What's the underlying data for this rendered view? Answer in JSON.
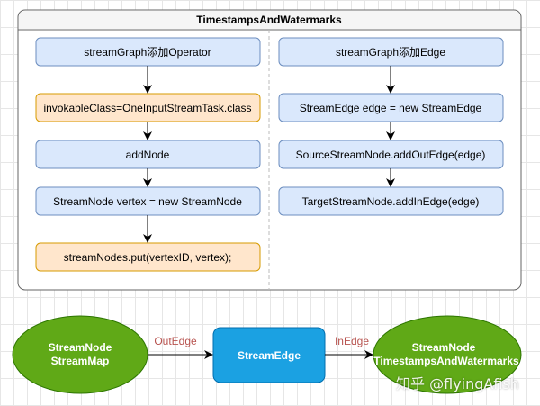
{
  "container": {
    "title": "TimestampsAndWatermarks"
  },
  "left_column": {
    "box1": "streamGraph添加Operator",
    "box2": "invokableClass=OneInputStreamTask.class",
    "box3": "addNode",
    "box4": "StreamNode vertex = new StreamNode",
    "box5": "streamNodes.put(vertexID, vertex);"
  },
  "right_column": {
    "box1": "streamGraph添加Edge",
    "box2": "StreamEdge edge = new StreamEdge",
    "box3": "SourceStreamNode.addOutEdge(edge)",
    "box4": "TargetStreamNode.addInEdge(edge)"
  },
  "bottom_flow": {
    "source_node": {
      "line1": "StreamNode",
      "line2": "StreamMap"
    },
    "edge_node": "StreamEdge",
    "target_node": {
      "line1": "StreamNode",
      "line2": "TimestampsAndWatermarks"
    },
    "out_label": "OutEdge",
    "in_label": "InEdge"
  },
  "watermark": "知乎 @flyingAfish",
  "colors": {
    "blue_box_fill": "#dae8fc",
    "blue_box_stroke": "#6c8ebf",
    "orange_box_fill": "#ffe6cc",
    "orange_box_stroke": "#d79b00",
    "green_ellipse_fill": "#60a917",
    "green_ellipse_stroke": "#2d7600",
    "edge_node_fill": "#1ba1e2",
    "edge_node_stroke": "#006eaf",
    "edge_label": "#b85450"
  }
}
